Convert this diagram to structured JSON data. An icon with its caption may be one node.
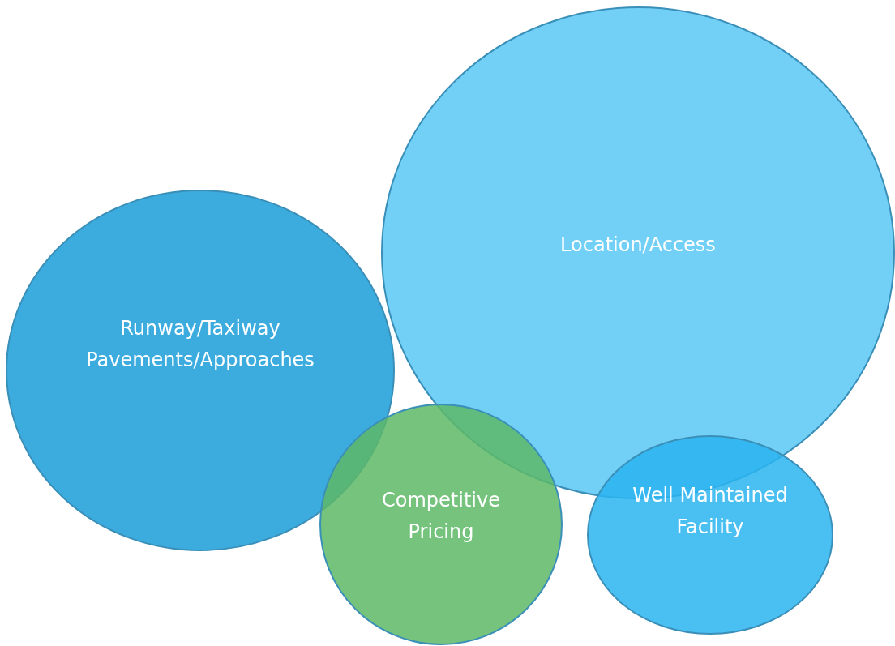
{
  "diagram": {
    "nodes": [
      {
        "text": [
          "Runway/Taxiway Pavements/Approaches"
        ]
      },
      {
        "text": [
          "Location/Access"
        ]
      },
      {
        "text": [
          "Competitive Pricing"
        ]
      },
      {
        "text": [
          "Well Maintained Facility"
        ]
      }
    ]
  }
}
